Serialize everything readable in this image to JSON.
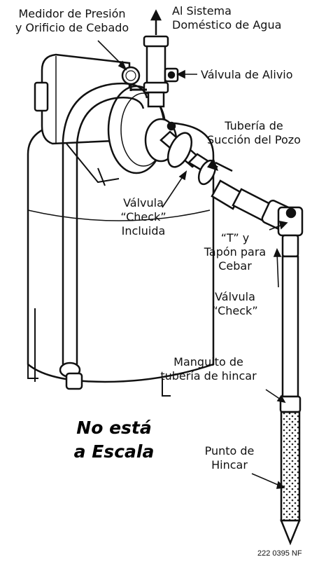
{
  "labels": {
    "pressure_gauge": [
      "Medidor de Presión",
      "y Orificio de Cebado"
    ],
    "to_system": [
      "Al Sistema",
      "Doméstico de Agua"
    ],
    "relief_valve": "Válvula de Alivio",
    "suction_pipe": [
      "Tubería de",
      "Succión del Pozo"
    ],
    "check_included": [
      "Válvula",
      "“Check”",
      "Incluida"
    ],
    "tee_plug": [
      "“T” y",
      "Tapón para",
      "Cebar"
    ],
    "check_valve": [
      "Válvula",
      "“Check”"
    ],
    "drive_coupling": [
      "Manguito de",
      "tubería de hincar"
    ],
    "not_to_scale": [
      "No está",
      "a Escala"
    ],
    "drive_point": [
      "Punto de",
      "Hincar"
    ],
    "drawing_code": "222 0395 NF"
  }
}
